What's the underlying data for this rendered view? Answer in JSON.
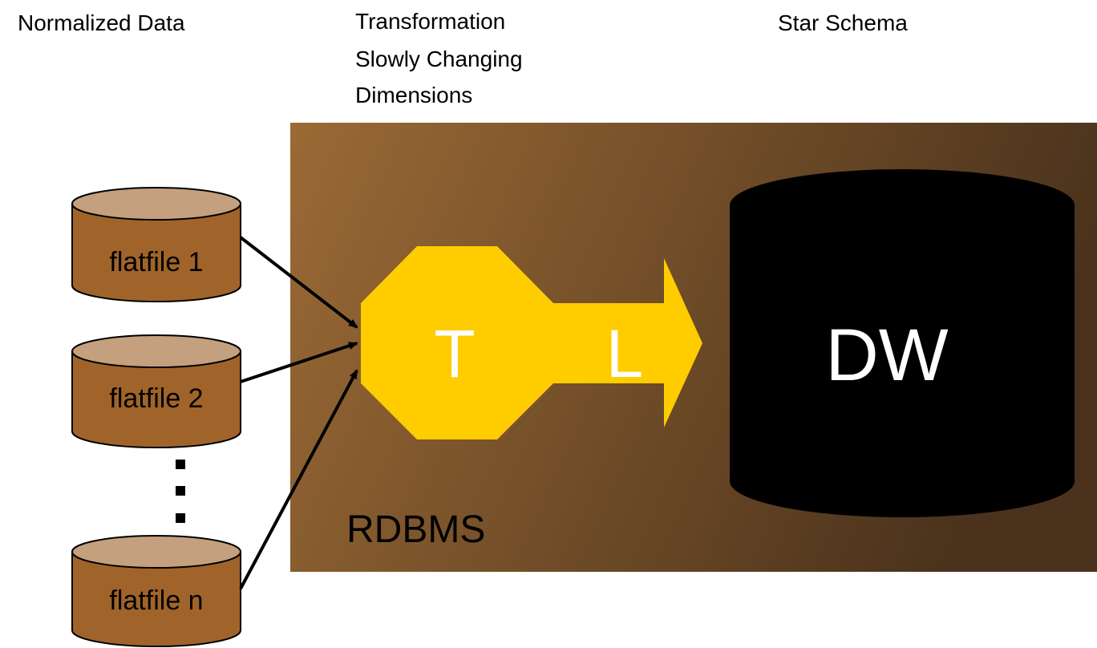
{
  "headers": {
    "normalized": "Normalized Data",
    "transformation_lines": [
      "Transformation",
      "Slowly Changing",
      "Dimensions"
    ],
    "star_schema": "Star Schema"
  },
  "sources": [
    {
      "label": "flatfile 1"
    },
    {
      "label": "flatfile 2"
    },
    {
      "label": "flatfile n"
    }
  ],
  "process": {
    "transform_letter": "T",
    "load_letter": "L"
  },
  "warehouse": {
    "label": "DW"
  },
  "platform": {
    "label": "RDBMS"
  },
  "colors": {
    "rdbms_gradient_start": "#9b6a35",
    "rdbms_gradient_end": "#4a321c",
    "cylinder_fill": "#a0642a",
    "cylinder_top": "#c4a07f",
    "process_fill": "#ffcc00",
    "warehouse_fill": "#000000",
    "text_white": "#ffffff",
    "text_black": "#000000"
  },
  "icons": {
    "arrow": "arrow-right-icon",
    "ellipsis": "vertical-ellipsis-icon"
  }
}
